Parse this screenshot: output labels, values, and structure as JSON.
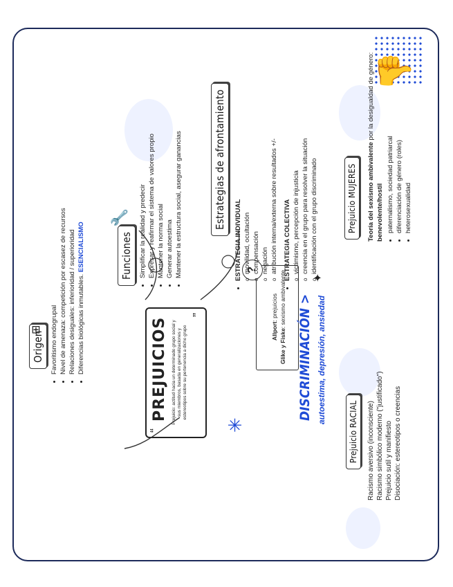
{
  "origen": {
    "title": "Origen",
    "items": [
      "Favoritismo endogrupal",
      "Nivel de amenaza: competición por escasez de recursos",
      "Relaciones desiguales: inferioridad / superioridad",
      "Diferencias biológicas inmutables."
    ],
    "highlight": "ESENCIALISMO"
  },
  "funciones": {
    "title": "Funciones",
    "items": [
      "Simplificar la realidad y predecir",
      "Expresar y reafirmar el sistema de valores propio",
      "Mantener la norma social",
      "Generar autoestima",
      "Mantener la estructura social, asegurar ganancias"
    ]
  },
  "prejuicios": {
    "title": "PREJUICIOS",
    "definition": "Prejuicio: actitud hacia un determinado grupo social y sus miembros, basada en generalizaciones y estereotipos sobre su pertenencia a dicho grupo",
    "quote_open": "“",
    "quote_close": "”"
  },
  "afrontamiento": {
    "title": "Estrategias de afrontamiento",
    "individual_title": "ESTRATEGIA INDIVIDUAL",
    "individual": [
      "movilidad, ocultación",
      "compensación",
      "negación",
      "atribución interna/externa sobre resultados +/-"
    ],
    "colectiva_title": "ESTRATEGIA COLECTIVA",
    "colectiva": [
      "victimismo, percepción de injusticia",
      "creencia en el grupo para resolver la situación",
      "identificación con el grupo discriminado"
    ]
  },
  "autores": {
    "allport_name": "Allport",
    "allport_rest": ": prejuicios",
    "glike_name": "Glike y Fiske",
    "glike_rest": ": sexismo ambivalente"
  },
  "discriminacion": {
    "title": "DISCRIMINACIÓN >",
    "subtitle": "autoestima, depresión, ansiedad"
  },
  "racial": {
    "title": "Prejuicio RACIAL",
    "items": [
      "Racismo aversivo (inconsciente)",
      "Racismo simbólico moderno (\"justificado\")",
      "Prejuicio sutil y manifiesto",
      "Disociación: estereotipos o creencias"
    ]
  },
  "mujeres": {
    "title": "Prejuicio MUJERES",
    "intro_bold": "Teoría del sexismo ambivalente",
    "intro_mid": " por la desigualdad de género: ",
    "intro_end": "benevolente/hostil",
    "items": [
      "paternalismo, sociedad patriarcal",
      "diferenciación de género (roles)",
      "heterosexualidad"
    ]
  },
  "colors": {
    "accent": "#1f4bd6",
    "frame": "#1c2a5a"
  },
  "icons": [
    "thumbs-down-icon",
    "wrench-icon",
    "lightbulb-icon",
    "question-icon",
    "sparkle-icon",
    "sitemap-icon"
  ]
}
